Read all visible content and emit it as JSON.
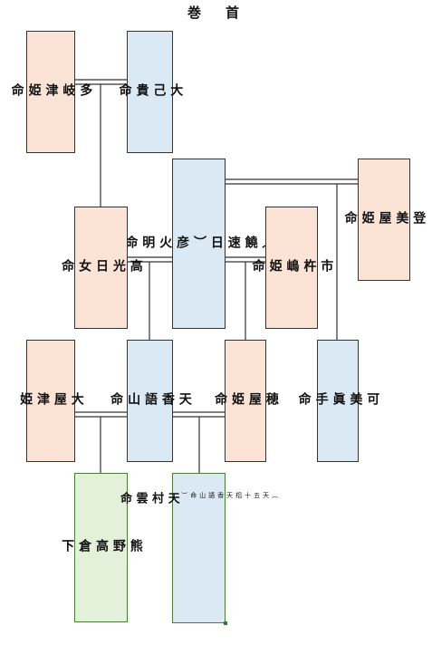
{
  "title": "巻　首",
  "nodes": {
    "tagitsu": "多\n岐\n津\n姫\n命",
    "onamuchi": "大\n己\n貴\n命",
    "hiko": "彦\n火\n明\n命",
    "hiko_alias": "（\n饒\n速\n日\n）",
    "tomi": "登\n美\n屋\n姫\n命",
    "takateru": "高\n光\n日\n女\n命",
    "ichikishima": "市\n杵\n嶋\n姫\n命",
    "oyatsu": "大\n屋\n津\n姫",
    "kagoyama": "天\n香\n語\n山\n命",
    "hoya": "穂\n屋\n姫\n命",
    "umashimade": "可\n美\n眞\n手\n命",
    "kumano": "熊\n野\n高\n倉\n下",
    "murakumo": "天\n村\n雲\n命",
    "murakumo_alias": "（\n天\n五\n十\n梠\n天\n香\n語\n山\n命\n）"
  },
  "colors": {
    "female_fill": "#fbe3d6",
    "male_fill": "#dbe9f5",
    "green_fill": "#e3f0da",
    "line": "#333333"
  }
}
